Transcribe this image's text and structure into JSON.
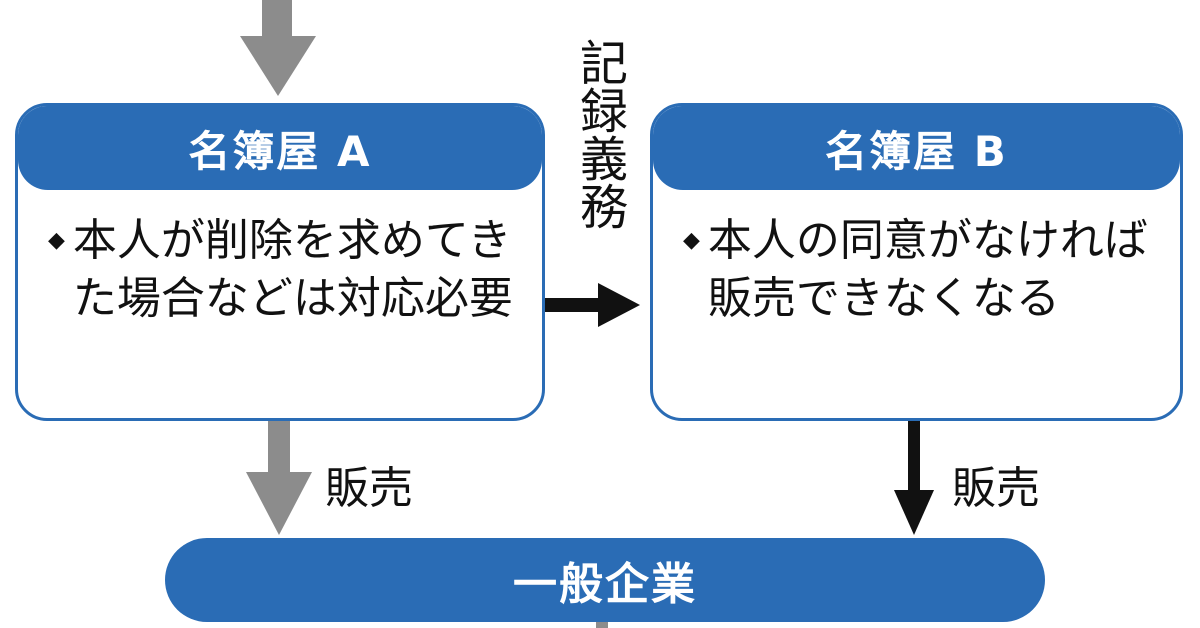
{
  "colors": {
    "accent": "#2a6cb5",
    "gray_arrow": "#8c8c8c",
    "black_arrow": "#111111"
  },
  "box_a": {
    "title": "名簿屋 A",
    "text": "本人が削除を求めてきた場合などは対応必要"
  },
  "box_b": {
    "title": "名簿屋 B",
    "text": "本人の同意がなければ販売できなくなる"
  },
  "arrow_ab_label": "記録義務",
  "sale_label_a": "販売",
  "sale_label_b": "販売",
  "bottom": {
    "title": "一般企業"
  }
}
